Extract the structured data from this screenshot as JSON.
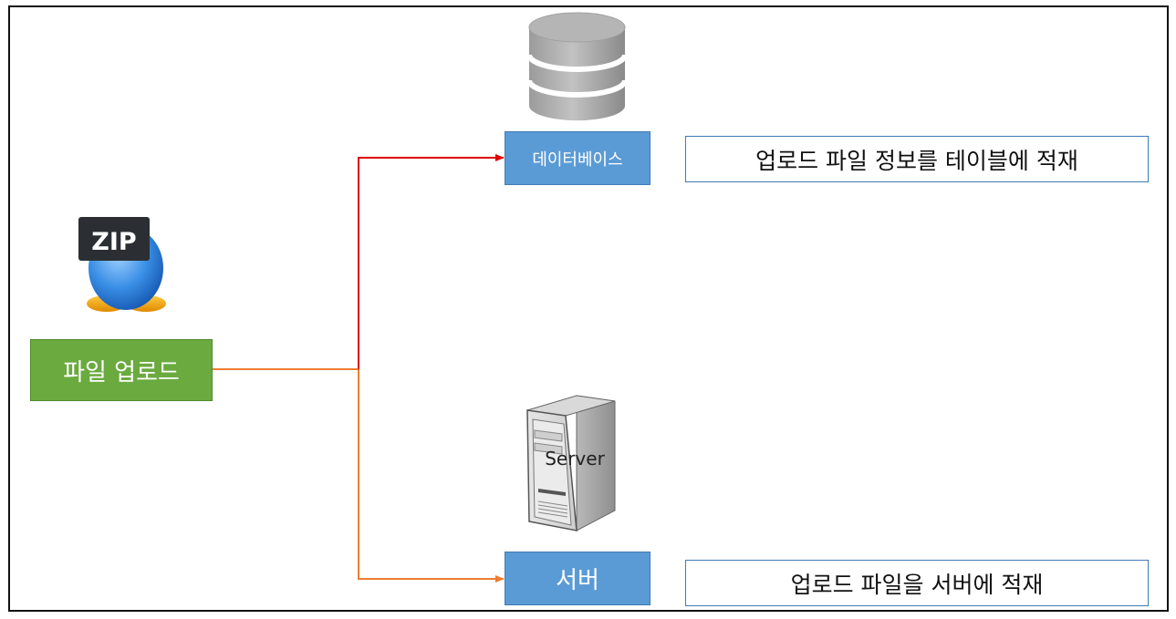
{
  "upload": {
    "label": "파일 업로드"
  },
  "database": {
    "label": "데이터베이스",
    "description": "업로드 파일 정보를 테이블에 적재"
  },
  "server": {
    "label": "서버",
    "description": "업로드 파일을 서버에 적재"
  },
  "icons": {
    "zip": {
      "name": "zip-file-icon",
      "text": "ZIP"
    },
    "database": {
      "name": "database-icon"
    },
    "server": {
      "name": "server-tower-icon",
      "text": "Server"
    }
  },
  "colors": {
    "upload_box": "#6aaa3f",
    "target_box": "#5b9bd5",
    "database_arrow": "#e00000",
    "server_arrow": "#ed7d31",
    "frame": "#111111"
  }
}
